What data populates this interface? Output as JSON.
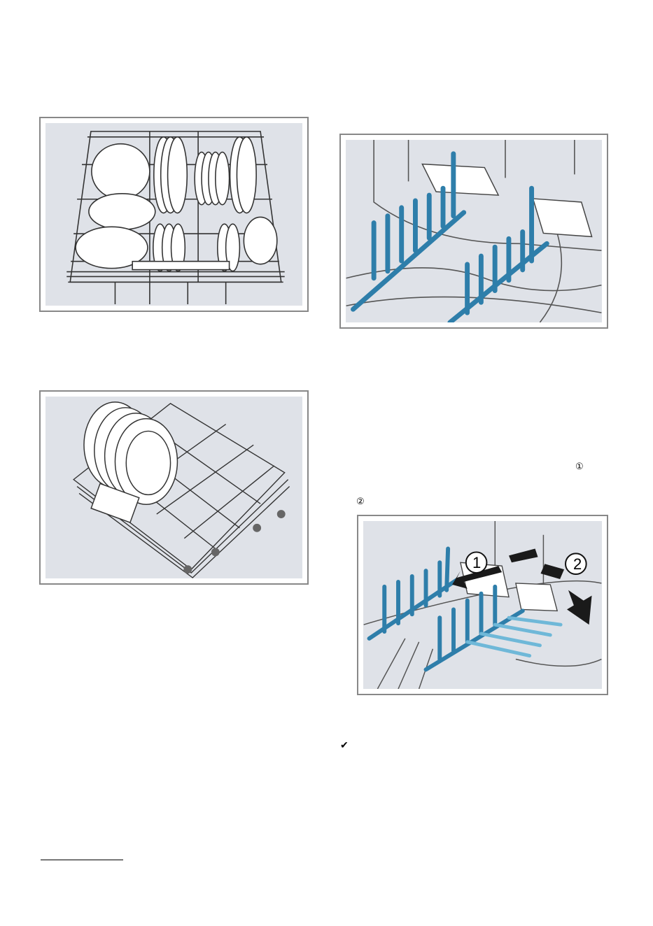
{
  "figures": [
    {
      "id": "upper-basket-loaded"
    },
    {
      "id": "lower-basket-plates"
    },
    {
      "id": "tine-rows-closeup"
    },
    {
      "id": "fold-tines-steps",
      "callouts": [
        "1",
        "2"
      ]
    }
  ],
  "markers": {
    "step1": "①",
    "step2": "②",
    "check": "✔"
  }
}
